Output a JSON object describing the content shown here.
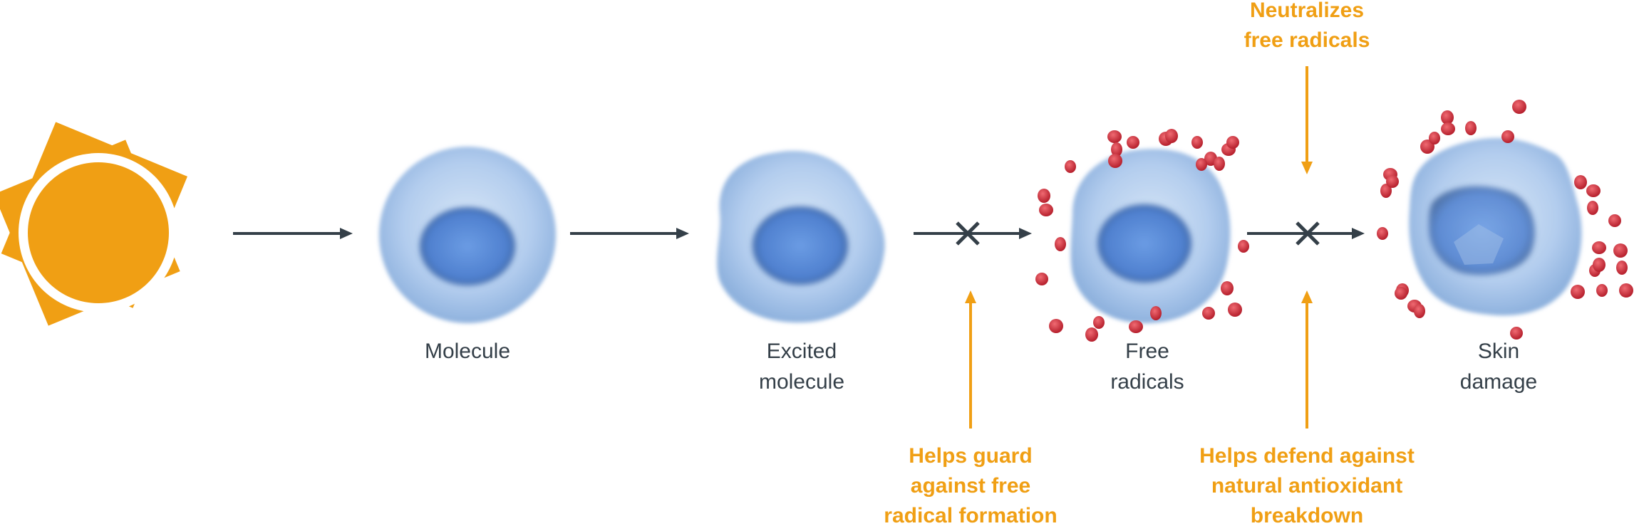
{
  "colors": {
    "accent": "#f09f14",
    "text": "#343f48",
    "arrow": "#343f48",
    "cell": "#a7c6ea",
    "nucleus": "#5f90dc",
    "radical": "#d8323e"
  },
  "stages": [
    {
      "label": "",
      "icon": "sun-icon"
    },
    {
      "label": "Molecule",
      "icon": "cell-icon"
    },
    {
      "label": "Excited\nmolecule",
      "icon": "excited-cell-icon"
    },
    {
      "label": "Free\nradicals",
      "icon": "radical-cell-icon"
    },
    {
      "label": "Skin\ndamage",
      "icon": "damaged-cell-icon"
    }
  ],
  "annotations": {
    "guard": "Helps guard\nagainst free\nradical formation",
    "neutralize": "Neutralizes\nfree radicals",
    "defend": "Helps defend against\nnatural antioxidant\nbreakdown"
  }
}
